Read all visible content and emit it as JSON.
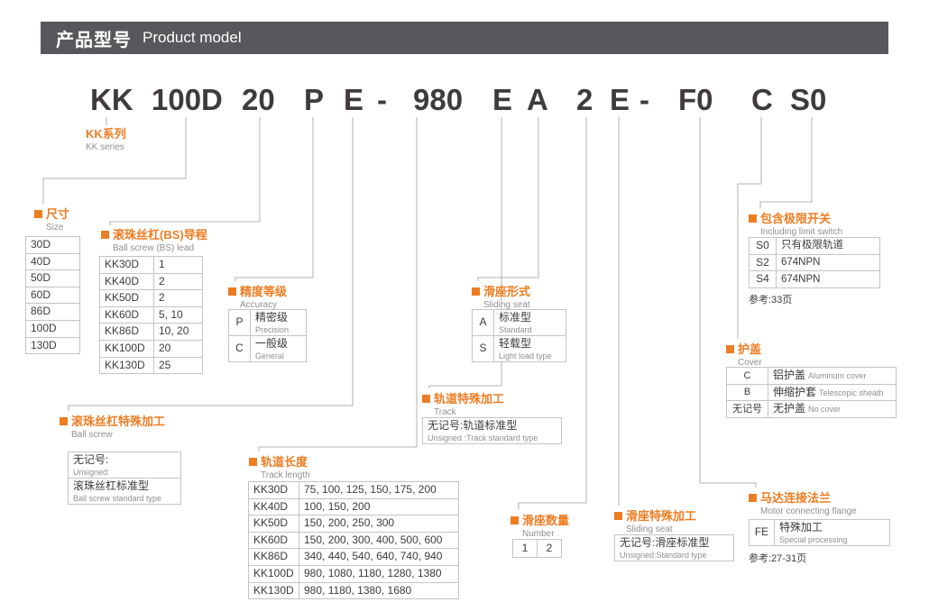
{
  "header": {
    "title_zh": "产品型号",
    "title_en": "Product model"
  },
  "model_code": {
    "segments": [
      "KK",
      "100D",
      "20",
      "P",
      "E",
      "-",
      "980",
      "E",
      "A",
      "2",
      "E",
      "-",
      "F0",
      "C",
      "S0"
    ]
  },
  "series": {
    "zh": "KK系列",
    "en": "KK series"
  },
  "size": {
    "title_zh": "尺寸",
    "title_en": "Size",
    "rows": [
      "30D",
      "40D",
      "50D",
      "60D",
      "86D",
      "100D",
      "130D"
    ]
  },
  "lead": {
    "title_zh": "滚珠丝杠(BS)导程",
    "title_en": "Ball screw (BS) lead",
    "rows": [
      [
        "KK30D",
        "1"
      ],
      [
        "KK40D",
        "2"
      ],
      [
        "KK50D",
        "2"
      ],
      [
        "KK60D",
        "5, 10"
      ],
      [
        "KK86D",
        "10, 20"
      ],
      [
        "KK100D",
        "20"
      ],
      [
        "KK130D",
        "25"
      ]
    ]
  },
  "accuracy": {
    "title_zh": "精度等级",
    "title_en": "Accuracy",
    "rows": [
      {
        "code": "P",
        "zh": "精密级",
        "en": "Precision"
      },
      {
        "code": "C",
        "zh": "一般级",
        "en": "General"
      }
    ]
  },
  "seat_type": {
    "title_zh": "滑座形式",
    "title_en": "Sliding seat",
    "rows": [
      {
        "code": "A",
        "zh": "标准型",
        "en": "Standard"
      },
      {
        "code": "S",
        "zh": "轻载型",
        "en": "Light load type"
      }
    ]
  },
  "limit": {
    "title_zh": "包含极限开关",
    "title_en": "Including limit switch",
    "rows": [
      {
        "code": "S0",
        "value": "只有极限轨道"
      },
      {
        "code": "S2",
        "value": "674NPN"
      },
      {
        "code": "S4",
        "value": "674NPN"
      }
    ],
    "reference": "参考:33页"
  },
  "cover": {
    "title_zh": "护盖",
    "title_en": "Cover",
    "rows": [
      {
        "code": "C",
        "zh": "铝护盖",
        "en": "Aluminum cover"
      },
      {
        "code": "B",
        "zh": "伸缩护套",
        "en": "Telescopic sheath"
      },
      {
        "code": "无记号",
        "zh": "无护盖",
        "en": "No cover"
      }
    ]
  },
  "ball_special": {
    "title_zh": "滚珠丝杠特殊加工",
    "title_en": "Ball screw",
    "rows": [
      {
        "zh": "无记号:",
        "en": "Unsigned:"
      },
      {
        "zh": "滚珠丝杠标准型",
        "en": "Ball screw standard type"
      }
    ]
  },
  "track_special": {
    "title_zh": "轨道特殊加工",
    "title_en": "Track",
    "zh": "无记号:轨道标准型",
    "en": "Unsigned :Track standard type"
  },
  "track_length": {
    "title_zh": "轨道长度",
    "title_en": "Track length",
    "rows": [
      [
        "KK30D",
        "75, 100, 125, 150, 175, 200"
      ],
      [
        "KK40D",
        "100, 150, 200"
      ],
      [
        "KK50D",
        "150, 200, 250, 300"
      ],
      [
        "KK60D",
        "150, 200, 300, 400, 500, 600"
      ],
      [
        "KK86D",
        "340, 440, 540, 640, 740, 940"
      ],
      [
        "KK100D",
        "980, 1080, 1180, 1280, 1380"
      ],
      [
        "KK130D",
        "980, 1180, 1380, 1680"
      ]
    ]
  },
  "seat_number": {
    "title_zh": "滑座数量",
    "title_en": "Number",
    "options": [
      "1",
      "2"
    ]
  },
  "seat_special": {
    "title_zh": "滑座特殊加工",
    "title_en": "Sliding seat",
    "zh": "无记号:滑座标准型",
    "en": "Unsigned:Standard type"
  },
  "motor_flange": {
    "title_zh": "马达连接法兰",
    "title_en": "Motor connecting flange",
    "rows": [
      {
        "code": "FE",
        "zh": "特殊加工",
        "en": "Special processing"
      }
    ],
    "reference": "参考:27-31页"
  },
  "colors": {
    "accent": "#ed7d23",
    "header_bg": "#57585b",
    "text_dark": "#3e3a39",
    "text_gray": "#8f8f8f",
    "line": "#b0b1b3",
    "border": "#c3c4c5"
  }
}
